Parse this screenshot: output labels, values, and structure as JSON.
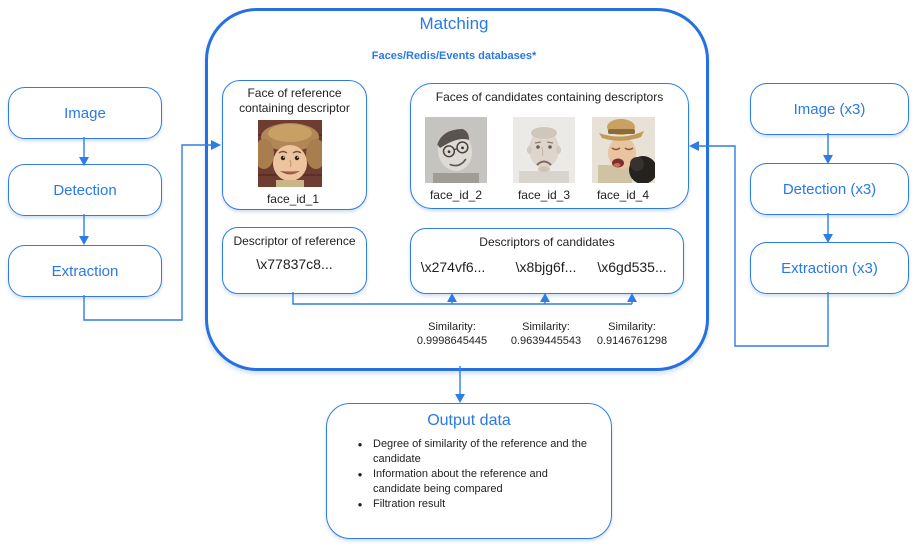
{
  "left_pipeline": {
    "items": [
      {
        "label": "Image"
      },
      {
        "label": "Detection"
      },
      {
        "label": "Extraction"
      }
    ]
  },
  "right_pipeline": {
    "items": [
      {
        "label": "Image (x3)"
      },
      {
        "label": "Detection (x3)"
      },
      {
        "label": "Extraction (x3)"
      }
    ]
  },
  "matching": {
    "title": "Matching",
    "databases_note": "Faces/Redis/Events databases*",
    "reference_face": {
      "title_line1": "Face of reference",
      "title_line2": "containing descriptor",
      "face_id": "face_id_1"
    },
    "candidate_faces": {
      "title": "Faces of candidates containing descriptors",
      "ids": [
        "face_id_2",
        "face_id_3",
        "face_id_4"
      ]
    },
    "reference_descriptor": {
      "title": "Descriptor of reference",
      "value": "\\x77837c8..."
    },
    "candidate_descriptors": {
      "title": "Descriptors of candidates",
      "values": [
        "\\x274vf6...",
        "\\x8bjg6f...",
        "\\x6gd535..."
      ]
    },
    "similarities": [
      {
        "label": "Similarity:",
        "value": "0.9998645445"
      },
      {
        "label": "Similarity:",
        "value": "0.9639445543"
      },
      {
        "label": "Similarity:",
        "value": "0.9146761298"
      }
    ]
  },
  "output": {
    "title": "Output data",
    "bullets": [
      {
        "lines": [
          "Degree of similarity of the reference and the",
          "candidate"
        ]
      },
      {
        "lines": [
          "Information about the reference and",
          "candidate being compared"
        ]
      },
      {
        "lines": [
          "Filtration result"
        ]
      }
    ]
  },
  "colors": {
    "accent_blue": "#2979E8",
    "frame_blue": "#2670E2",
    "text_black": "#1F1F1F"
  }
}
